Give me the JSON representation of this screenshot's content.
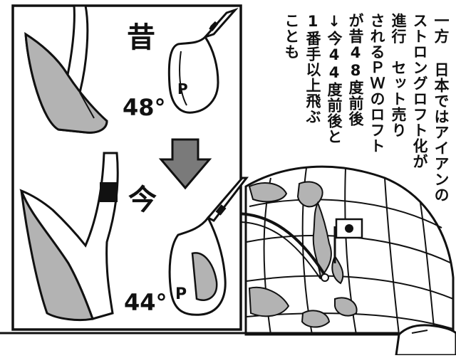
{
  "panel_left": {
    "before_label": "昔",
    "before_angle": "48°",
    "after_label": "今",
    "after_angle": "44°",
    "club_letter_top": "P",
    "club_letter_bottom": "P",
    "arrow": "down-arrow-icon"
  },
  "narration": {
    "lines": [
      "一方 日本ではアイアンの",
      "ストロングロフト化が",
      "進行　セット売り",
      "されるＰＷのロフト",
      "が昔48度前後",
      "↓今44度前後と",
      "1番手以上飛ぶ",
      "ことも"
    ]
  },
  "globe": {
    "flag": "japan-flag-icon"
  },
  "colors": {
    "ink": "#111111",
    "gray_fill": "#b3b3b3",
    "arrow_fill": "#7a7a7a",
    "flag_red": "#111111"
  }
}
